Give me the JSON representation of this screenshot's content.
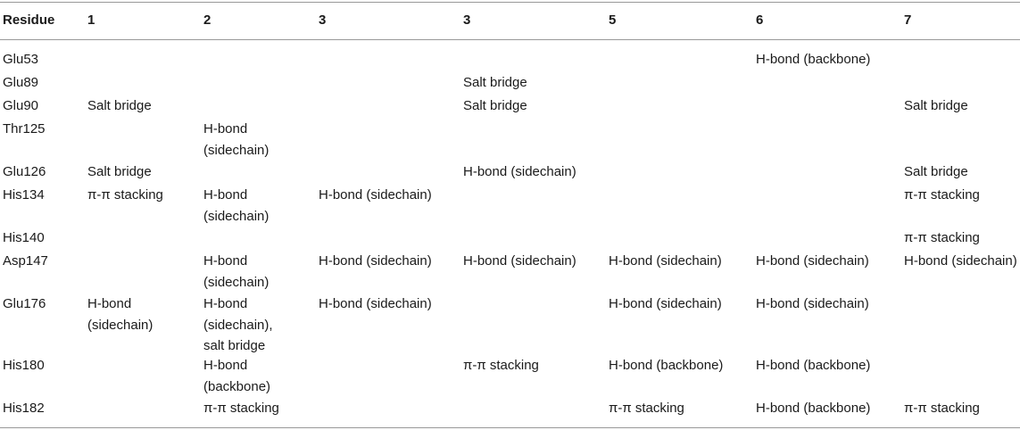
{
  "table": {
    "headers": [
      "Residue",
      "1",
      "2",
      "3",
      "3",
      "5",
      "6",
      "7"
    ],
    "rows": [
      {
        "residue": "Glu53",
        "cells": [
          "",
          "",
          "",
          "",
          "",
          "H-bond (backbone)",
          ""
        ]
      },
      {
        "residue": "Glu89",
        "cells": [
          "",
          "",
          "",
          "Salt bridge",
          "",
          "",
          ""
        ]
      },
      {
        "residue": "Glu90",
        "cells": [
          "Salt bridge",
          "",
          "",
          "Salt bridge",
          "",
          "",
          "Salt bridge"
        ]
      },
      {
        "residue": "Thr125",
        "cells": [
          "",
          "H-bond\n(sidechain)",
          "",
          "",
          "",
          "",
          ""
        ]
      },
      {
        "residue": "Glu126",
        "cells": [
          "Salt bridge",
          "",
          "",
          "H-bond (sidechain)",
          "",
          "",
          "Salt bridge"
        ]
      },
      {
        "residue": "His134",
        "cells": [
          "π-π stacking",
          "H-bond\n(sidechain)",
          "H-bond (sidechain)",
          "",
          "",
          "",
          "π-π stacking"
        ]
      },
      {
        "residue": "His140",
        "cells": [
          "",
          "",
          "",
          "",
          "",
          "",
          "π-π stacking"
        ]
      },
      {
        "residue": "Asp147",
        "cells": [
          "",
          "H-bond\n(sidechain)",
          "H-bond (sidechain)",
          "H-bond (sidechain)",
          "H-bond (sidechain)",
          "H-bond (sidechain)",
          "H-bond (sidechain)"
        ]
      },
      {
        "residue": "Glu176",
        "cells": [
          "H-bond\n(sidechain)",
          "H-bond\n(sidechain),\nsalt bridge",
          "H-bond (sidechain)",
          "",
          "H-bond (sidechain)",
          "H-bond (sidechain)",
          ""
        ]
      },
      {
        "residue": "His180",
        "cells": [
          "",
          "H-bond\n(backbone)",
          "",
          "π-π stacking",
          "H-bond (backbone)",
          "H-bond (backbone)",
          ""
        ]
      },
      {
        "residue": "His182",
        "cells": [
          "",
          "π-π stacking",
          "",
          "",
          "π-π stacking",
          "H-bond (backbone)",
          "π-π stacking"
        ]
      }
    ]
  }
}
